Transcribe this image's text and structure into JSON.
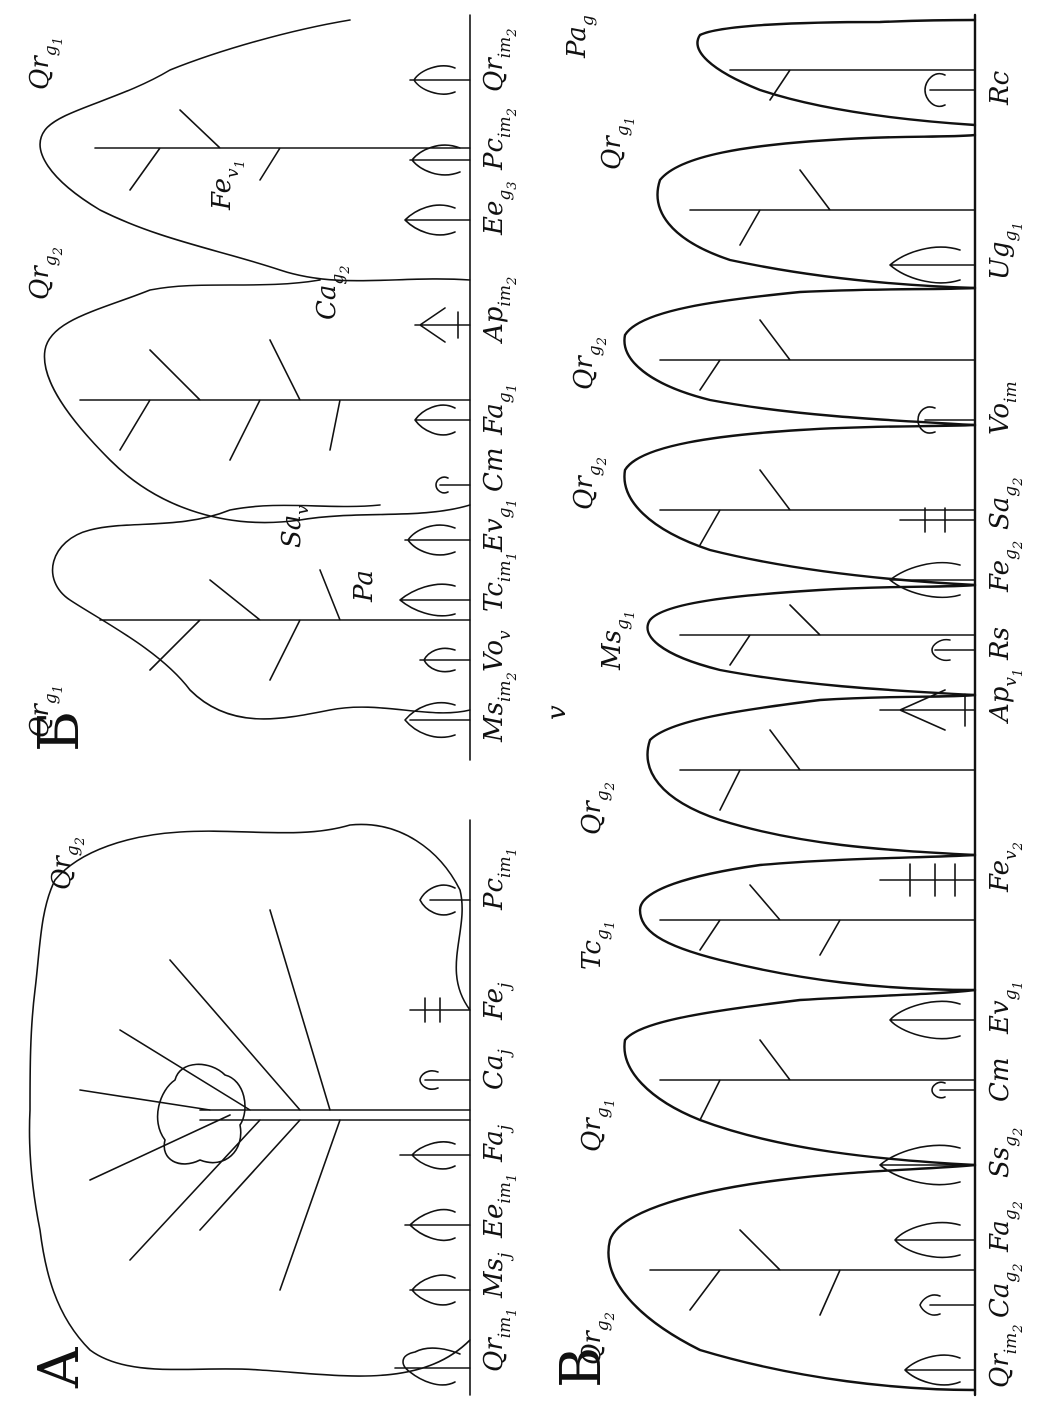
{
  "panels": {
    "a": {
      "letter": "A",
      "species": [
        {
          "base": "Qr",
          "sub": "im",
          "sub2": "1"
        },
        {
          "base": "Ms",
          "sub": "j"
        },
        {
          "base": "Ee",
          "sub": "im",
          "sub2": "1"
        },
        {
          "base": "Fa",
          "sub": "j"
        },
        {
          "base": "Ca",
          "sub": "j"
        },
        {
          "base": "Fe",
          "sub": "j"
        },
        {
          "base": "Pc",
          "sub": "im",
          "sub2": "1"
        }
      ],
      "canopy": [
        {
          "base": "Qr",
          "sub": "g",
          "sub2": "2"
        }
      ]
    },
    "b": {
      "letter": "Б",
      "species": [
        {
          "base": "Ms",
          "sub": "im",
          "sub2": "2"
        },
        {
          "base": "Vo",
          "sub": "v"
        },
        {
          "base": "Tc",
          "sub": "im",
          "sub2": "1"
        },
        {
          "base": "Ev",
          "sub": "g",
          "sub2": "1"
        },
        {
          "base": "Cm"
        },
        {
          "base": "Fa",
          "sub": "g",
          "sub2": "1"
        },
        {
          "base": "Ap",
          "sub": "im",
          "sub2": "2"
        },
        {
          "base": "Ee",
          "sub": "g",
          "sub2": "3"
        },
        {
          "base": "Pc",
          "sub": "im",
          "sub2": "2"
        },
        {
          "base": "Qr",
          "sub": "im",
          "sub2": "2"
        }
      ],
      "canopy": [
        {
          "base": "Qr",
          "sub": "g",
          "sub2": "1"
        },
        {
          "base": "Qr",
          "sub": "g",
          "sub2": "2"
        },
        {
          "base": "Qr",
          "sub": "g",
          "sub2": "1"
        }
      ],
      "floating": [
        {
          "base": "Sa",
          "sub": "v"
        },
        {
          "base": "Pa"
        },
        {
          "base": "Ca",
          "sub": "g",
          "sub2": "2"
        },
        {
          "base": "Fe",
          "sub": "v",
          "sub2": "1"
        }
      ]
    },
    "c": {
      "letter": "В",
      "stray": "v",
      "species": [
        {
          "base": "Qr",
          "sub": "im",
          "sub2": "2"
        },
        {
          "base": "Ca",
          "sub": "g",
          "sub2": "2"
        },
        {
          "base": "Fa",
          "sub": "g",
          "sub2": "2"
        },
        {
          "base": "Ss",
          "sub": "g",
          "sub2": "2"
        },
        {
          "base": "Cm"
        },
        {
          "base": "Ev",
          "sub": "g",
          "sub2": "1"
        },
        {
          "base": "Fe",
          "sub": "v",
          "sub2": "2"
        },
        {
          "base": "Ap",
          "sub": "v",
          "sub2": "1"
        },
        {
          "base": "Rs"
        },
        {
          "base": "Fe",
          "sub": "g",
          "sub2": "2"
        },
        {
          "base": "Sa",
          "sub": "g",
          "sub2": "2"
        },
        {
          "base": "Vo",
          "sub": "im"
        },
        {
          "base": "Ug",
          "sub": "g",
          "sub2": "1"
        },
        {
          "base": "Rc"
        }
      ],
      "canopy": [
        {
          "base": "Qr",
          "sub": "g",
          "sub2": "2"
        },
        {
          "base": "Qr",
          "sub": "g",
          "sub2": "1"
        },
        {
          "base": "Tc",
          "sub": "g",
          "sub2": "1"
        },
        {
          "base": "Qr",
          "sub": "g",
          "sub2": "2"
        },
        {
          "base": "Ms",
          "sub": "g",
          "sub2": "1"
        },
        {
          "base": "Qr",
          "sub": "g",
          "sub2": "2"
        },
        {
          "base": "Qr",
          "sub": "g",
          "sub2": "2"
        },
        {
          "base": "Qr",
          "sub": "g",
          "sub2": "1"
        },
        {
          "base": "Pa",
          "sub": "g"
        }
      ]
    }
  }
}
